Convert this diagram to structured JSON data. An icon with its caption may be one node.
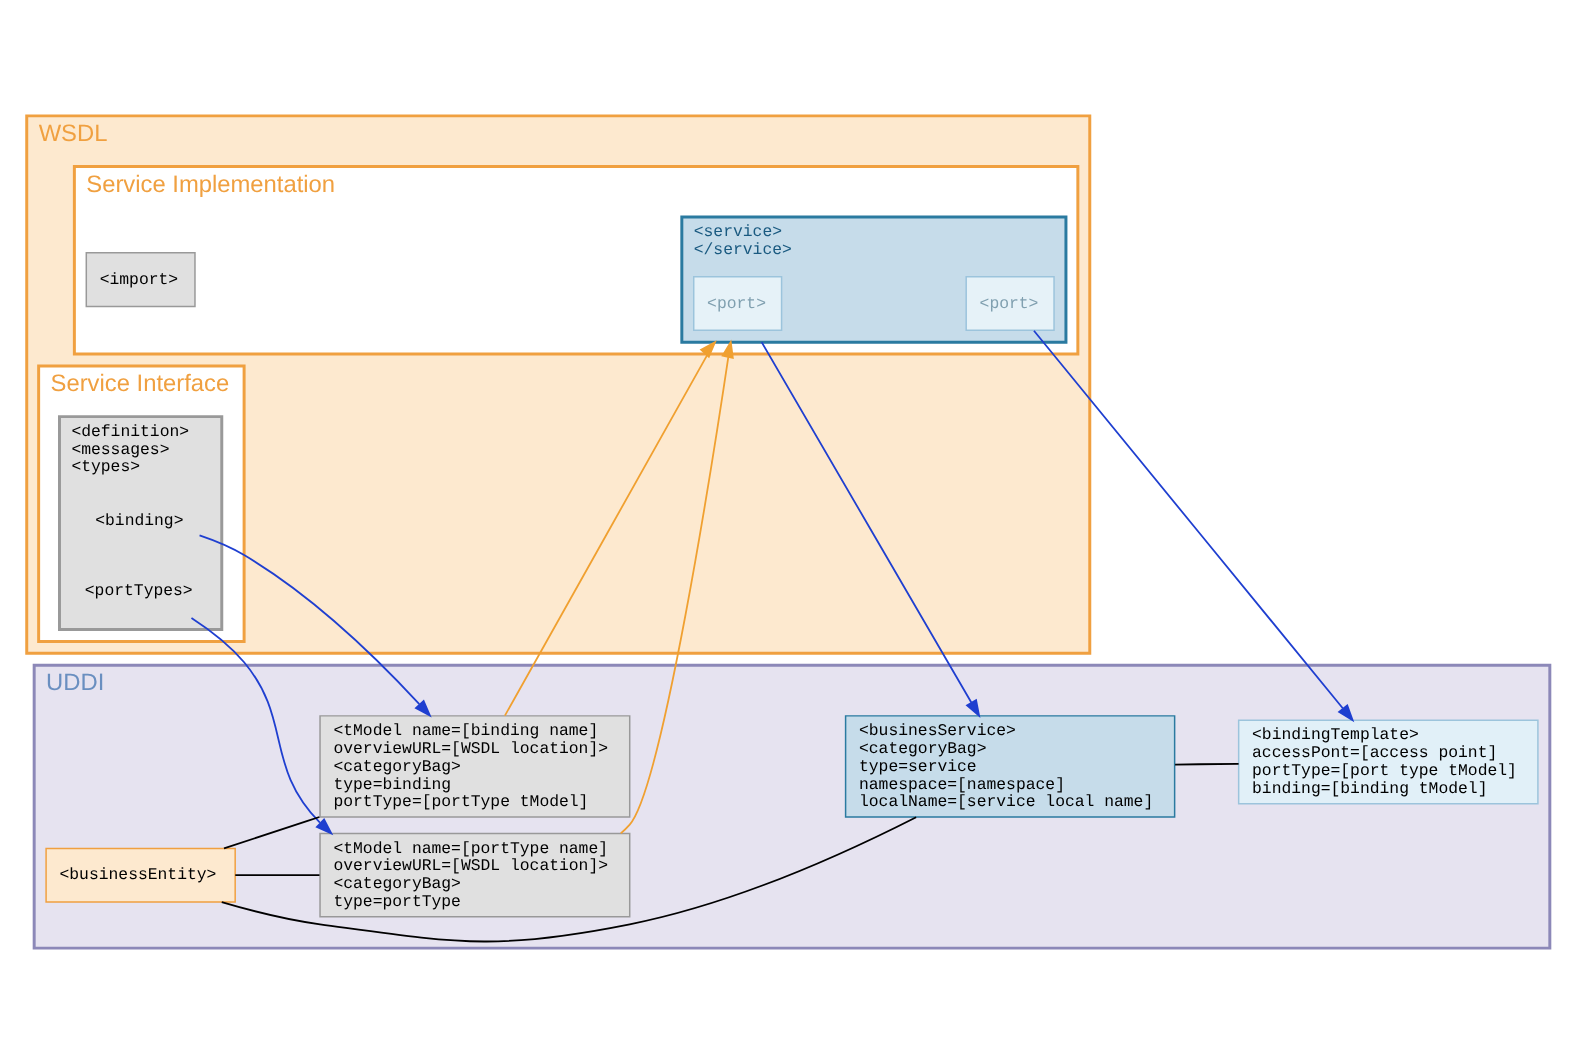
{
  "diagram": {
    "nodes": [
      {
        "text": [
          "WSDL"
        ]
      },
      {
        "text": [
          "Service Implementation"
        ],
        "in": 0
      },
      {
        "text": [
          "<import>"
        ],
        "in": 1
      },
      {
        "text": [
          "<service>",
          "</service>"
        ],
        "in": 1
      },
      {
        "text": [
          "<port>"
        ],
        "in": 3
      },
      {
        "text": [
          "<port>"
        ],
        "in": 3
      },
      {
        "text": [
          "Service Interface"
        ],
        "in": 0
      },
      {
        "text": [
          "<definition>",
          "<messages>",
          "<types>"
        ],
        "in": 6
      },
      {
        "text": [
          "<binding>"
        ],
        "in": 7
      },
      {
        "text": [
          "<portTypes>"
        ],
        "in": 7
      },
      {
        "text": [
          "UDDI"
        ]
      },
      {
        "text": [
          "<businessEntity>"
        ],
        "in": 10
      },
      {
        "text": [
          "<businesService>",
          "<categoryBag>",
          "type=service",
          "namespace=[namespace]",
          "localName=[service local name]"
        ],
        "in": 10
      },
      {
        "text": [
          "<bindingTemplate>",
          "accessPont=[access point]",
          "portType=[port type tModel]",
          "binding=[binding tModel]"
        ],
        "in": 10
      },
      {
        "text": [
          "<tModel name=[binding name]",
          "overviewURL=[WSDL location]>",
          "<categoryBag>",
          "type=binding",
          "portType=[portType tModel]"
        ],
        "in": 10
      },
      {
        "text": [
          "<tModel name=[portType name]",
          "overviewURL=[WSDL location]>",
          "<categoryBag>",
          "type=portType"
        ],
        "in": 10
      }
    ],
    "edges": [
      {
        "from": 11,
        "to": 12,
        "arrow": "none",
        "color": "#000000"
      },
      {
        "from": 12,
        "to": 13,
        "arrow": "none",
        "color": "#000000"
      },
      {
        "from": 11,
        "to": 14,
        "arrow": "none",
        "color": "#000000"
      },
      {
        "from": 11,
        "to": 15,
        "arrow": "none",
        "color": "#000000"
      },
      {
        "from": 3,
        "to": 12,
        "arrow": "to",
        "color": "#1f3fd0"
      },
      {
        "from": 5,
        "to": 13,
        "arrow": "to",
        "color": "#1f3fd0"
      },
      {
        "from": 14,
        "to": 3,
        "arrow": "to",
        "color": "#f0a030"
      },
      {
        "from": 15,
        "to": 3,
        "arrow": "to",
        "color": "#f0a030"
      },
      {
        "from": 8,
        "to": 14,
        "arrow": "to",
        "color": "#1f3fd0"
      },
      {
        "from": 9,
        "to": 15,
        "arrow": "to",
        "color": "#1f3fd0"
      }
    ]
  }
}
